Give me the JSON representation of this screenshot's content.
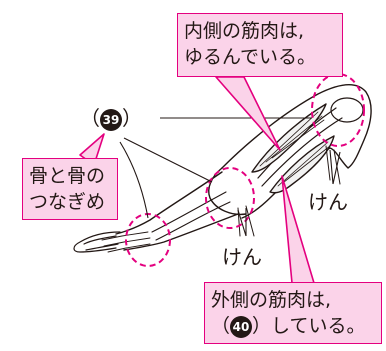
{
  "callouts": {
    "inner_muscle": {
      "line1": "内側の筋肉は,",
      "line2": "ゆるんでいる。"
    },
    "joint": {
      "line1": "骨と骨の",
      "line2": "つなぎめ"
    },
    "outer_muscle": {
      "line1": "外側の筋肉は,",
      "line2_open": "（",
      "line2_close": "）している。"
    }
  },
  "answer_slots": {
    "q39": {
      "open": "（",
      "number": "39",
      "close": "）"
    },
    "q40": {
      "number": "40"
    }
  },
  "labels": {
    "tendon_upper": "けん",
    "tendon_lower": "けん"
  },
  "colors": {
    "callout_fill": "#fbd3e9",
    "callout_border": "#e4007f",
    "dashed_circle": "#e4007f",
    "line": "#231815"
  }
}
